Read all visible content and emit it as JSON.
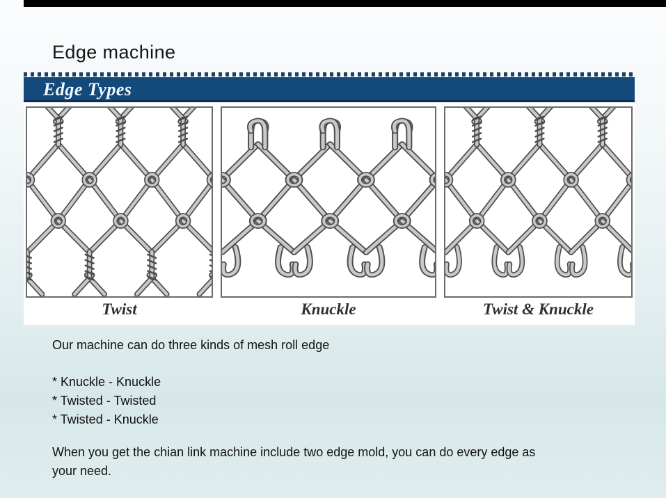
{
  "page": {
    "title": "Edge machine"
  },
  "figure": {
    "banner": "Edge Types",
    "panels": [
      {
        "label": "Twist",
        "top": "twist",
        "bottom": "twist"
      },
      {
        "label": "Knuckle",
        "top": "knuckle",
        "bottom": "knuckle"
      },
      {
        "label": "Twist & Knuckle",
        "top": "twist",
        "bottom": "knuckle"
      }
    ]
  },
  "body": {
    "intro": "Our machine can do three kinds of mesh roll edge",
    "bullets": [
      "* Knuckle - Knuckle",
      "* Twisted - Twisted",
      "* Twisted - Knuckle"
    ],
    "note_lines": [
      "When you get the chian link machine include two edge mold, you can do every edge as",
      "your need."
    ]
  },
  "colors": {
    "banner_blue": "#14497c",
    "banner_text": "#f2f9fd",
    "wire_fill": "#c9c9c9",
    "wire_outline": "#4d4d4d",
    "top_bar": "#000000"
  }
}
